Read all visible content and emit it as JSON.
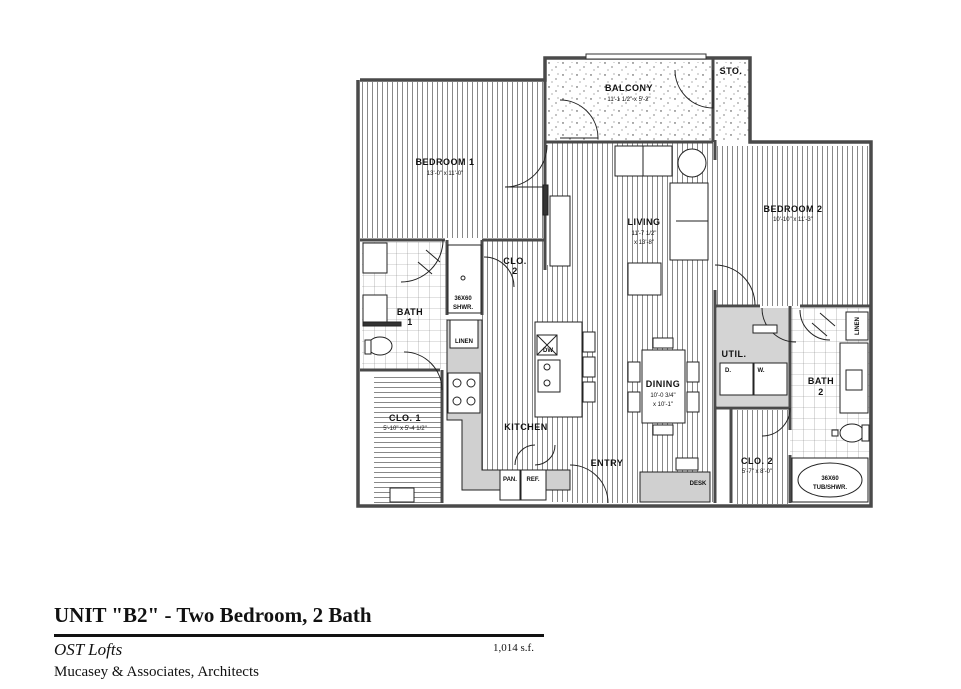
{
  "plan": {
    "rooms": {
      "balcony": {
        "name": "BALCONY",
        "dims": "11'-1 1/2\" x 5'-2\""
      },
      "storage": {
        "name": "STO."
      },
      "bedroom1": {
        "name": "BEDROOM 1",
        "dims": "13'-0\" x 11'-0\""
      },
      "bedroom2": {
        "name": "BEDROOM 2",
        "dims": "10'-10\" x 11'-3\""
      },
      "living": {
        "name": "LIVING",
        "dims1": "11'-7 1/2\"",
        "dims2": "x 13'-8\""
      },
      "closet2": {
        "name": "CLO.",
        "num": "2"
      },
      "shower1": {
        "line1": "36X60",
        "line2": "SHWR."
      },
      "bath1": {
        "name": "BATH",
        "num": "1"
      },
      "linen1": {
        "name": "LINEN"
      },
      "dw": {
        "name": "DW"
      },
      "closet1": {
        "name": "CLO. 1",
        "dims": "5'-10\" x 5'-4 1/2\""
      },
      "kitchen": {
        "name": "KITCHEN"
      },
      "pantry": {
        "name": "PAN."
      },
      "refrigerator": {
        "name": "REF."
      },
      "entry": {
        "name": "ENTRY"
      },
      "dining": {
        "name": "DINING",
        "dims1": "10'-0 3/4\"",
        "dims2": "x 10'-1\""
      },
      "desk": {
        "name": "DESK"
      },
      "utility": {
        "name": "UTIL."
      },
      "dryer": {
        "name": "D."
      },
      "washer": {
        "name": "W."
      },
      "bath2": {
        "name": "BATH",
        "num": "2"
      },
      "linen2": {
        "name": "LINEN"
      },
      "closet2b": {
        "name": "CLO. 2",
        "dims": "5'-7\" x 8'-0\""
      },
      "tub": {
        "line1": "36X60",
        "line2": "TUB/SHWR."
      }
    }
  },
  "caption": {
    "title": "UNIT \"B2\" - Two Bedroom, 2 Bath",
    "project": "OST  Lofts",
    "area": "1,014 s.f.",
    "architect": "Mucasey & Associates, Architects"
  }
}
